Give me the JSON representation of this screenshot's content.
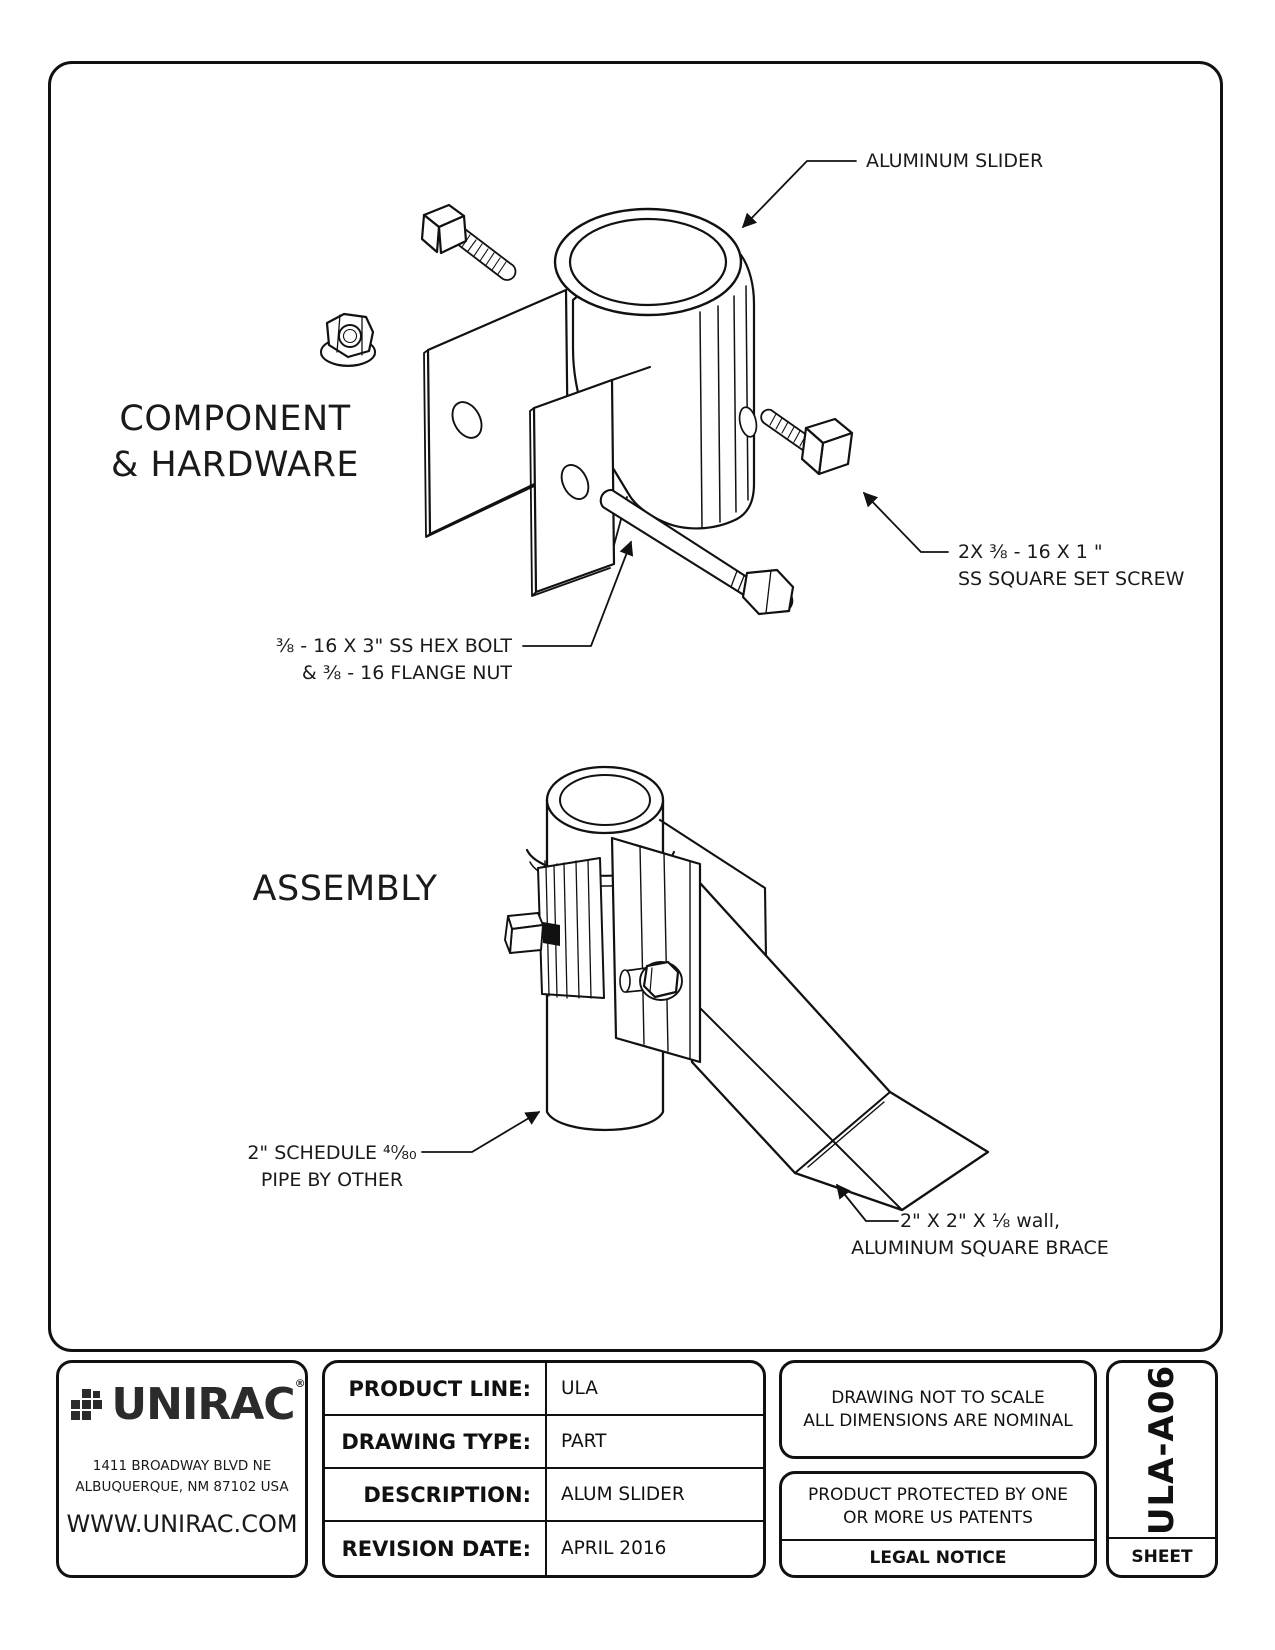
{
  "drawing": {
    "component_section": {
      "title_line1": "COMPONENT",
      "title_line2": "& HARDWARE",
      "callouts": {
        "slider": "ALUMINUM SLIDER",
        "set_screw_line1": "2X ⅜ - 16 X 1 \"",
        "set_screw_line2": "SS SQUARE SET SCREW",
        "hex_bolt_line1": "⅜ - 16 X 3\" SS HEX BOLT",
        "hex_bolt_line2": "& ⅜ - 16 FLANGE NUT"
      }
    },
    "assembly_section": {
      "title": "ASSEMBLY",
      "callouts": {
        "pipe_line1": "2\" SCHEDULE ⁴⁰⁄₈₀",
        "pipe_line2": "PIPE BY OTHER",
        "brace_line1": "2\" X 2\" X ⅛ wall,",
        "brace_line2": "ALUMINUM SQUARE BRACE"
      }
    }
  },
  "title_block": {
    "company": {
      "logo_text": "UNIRAC",
      "registered_mark": "®",
      "address_line1": "1411 BROADWAY BLVD NE",
      "address_line2": "ALBUQUERQUE, NM 87102 USA",
      "website": "WWW.UNIRAC.COM"
    },
    "table": {
      "rows": [
        {
          "label": "PRODUCT LINE:",
          "value": "ULA"
        },
        {
          "label": "DRAWING TYPE:",
          "value": "PART"
        },
        {
          "label": "DESCRIPTION:",
          "value": "ALUM SLIDER"
        },
        {
          "label": "REVISION DATE:",
          "value": "APRIL 2016"
        }
      ]
    },
    "notices": {
      "scale_line1": "DRAWING NOT TO SCALE",
      "scale_line2": "ALL DIMENSIONS ARE NOMINAL",
      "patent_line1": "PRODUCT PROTECTED BY ONE",
      "patent_line2": "OR MORE US PATENTS",
      "legal": "LEGAL NOTICE"
    },
    "sheet": {
      "code": "ULA-A06",
      "label": "SHEET"
    }
  }
}
